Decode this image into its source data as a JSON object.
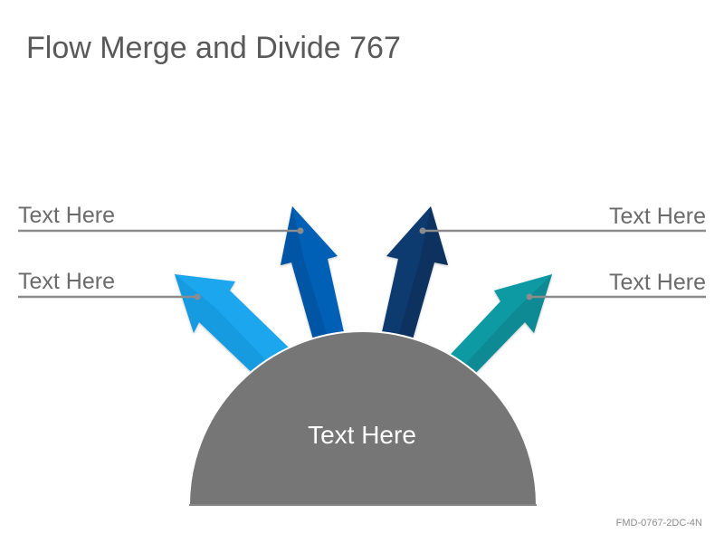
{
  "title": "Flow Merge and Divide 767",
  "labels": {
    "top_left": "Text Here",
    "mid_left": "Text Here",
    "top_right": "Text Here",
    "mid_right": "Text Here",
    "center": "Text Here"
  },
  "footer_code": "FMD-0767-2DC-4N",
  "colors": {
    "arrow_light_blue": "#1fa6ee",
    "arrow_blue": "#0060b5",
    "arrow_navy": "#0d3a70",
    "arrow_teal": "#0d9aa3",
    "semicircle": "#767676",
    "leader_line": "#8c8c8c"
  }
}
